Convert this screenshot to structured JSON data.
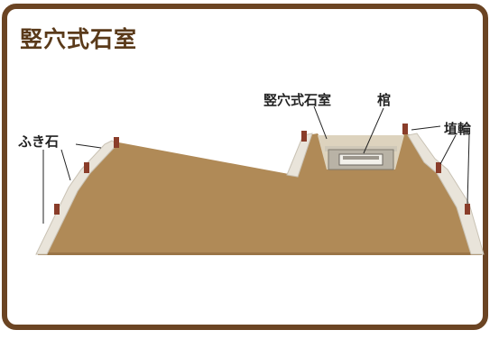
{
  "title": "竪穴式石室",
  "labels": {
    "fukiishi": "ふき石",
    "chamber": "竪穴式石室",
    "coffin": "棺",
    "haniwa": "埴輪"
  },
  "colors": {
    "frame": "#6b4423",
    "earth": "#b08a57",
    "stone": "#e9e4da",
    "haniwa": "#8a3d2a",
    "title": "#5a3a1a"
  }
}
